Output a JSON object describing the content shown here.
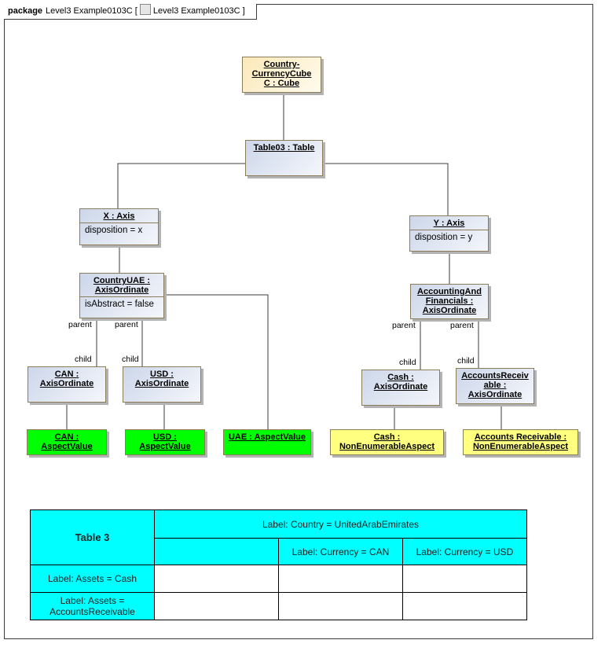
{
  "package": {
    "keyword": "package",
    "name": "Level3 Example0103C",
    "diagram_icon": "class-diagram-icon",
    "diagram_name": "Level3 Example0103C"
  },
  "nodes": {
    "cube": {
      "title": "Country-CurrencyCubeC : Cube",
      "title_lines": [
        "Country-",
        "CurrencyCube",
        "C : Cube"
      ]
    },
    "table": {
      "title": "Table03 : Table"
    },
    "x_axis": {
      "title": "X : Axis",
      "attribute": "disposition = x"
    },
    "y_axis": {
      "title": "Y : Axis",
      "attribute": "disposition = y"
    },
    "country_uae": {
      "title_lines": [
        "CountryUAE :",
        "AxisOrdinate"
      ],
      "attribute": "isAbstract = false"
    },
    "accounting": {
      "title_lines": [
        "AccountingAnd",
        "Financials :",
        "AxisOrdinate"
      ]
    },
    "can_ord": {
      "title_lines": [
        "CAN :",
        "AxisOrdinate"
      ]
    },
    "usd_ord": {
      "title_lines": [
        "USD :",
        "AxisOrdinate"
      ]
    },
    "cash_ord": {
      "title_lines": [
        "Cash :",
        "AxisOrdinate"
      ]
    },
    "ar_ord": {
      "title_lines": [
        "AccountsReceiv",
        "able :",
        "AxisOrdinate"
      ]
    },
    "can_val": {
      "title_lines": [
        "CAN :",
        "AspectValue"
      ]
    },
    "usd_val": {
      "title_lines": [
        "USD :",
        "AspectValue"
      ]
    },
    "uae_val": {
      "title_lines": [
        "UAE : AspectValue"
      ]
    },
    "cash_aspect": {
      "title_lines": [
        "Cash :",
        "NonEnumerableAspect"
      ]
    },
    "ar_aspect": {
      "title_lines": [
        "Accounts Receivable :",
        "NonEnumerableAspect"
      ]
    }
  },
  "roles": {
    "parent": "parent",
    "child": "child"
  },
  "colors": {
    "green": "#00ff00",
    "yellow": "#ffff80",
    "cyan": "#00ffff",
    "node_border": "#8b7d5a"
  },
  "rendered_table": {
    "corner": "Table 3",
    "column_header_top": "Label: Country = UnitedArabEmirates",
    "column_headers": [
      "Label: Currency = CAN",
      "Label: Currency = USD"
    ],
    "row_headers": [
      "Label: Assets = Cash",
      "Label: Assets = AccountsReceivable"
    ],
    "cells": [
      [
        "",
        "",
        ""
      ],
      [
        "",
        "",
        ""
      ]
    ]
  }
}
